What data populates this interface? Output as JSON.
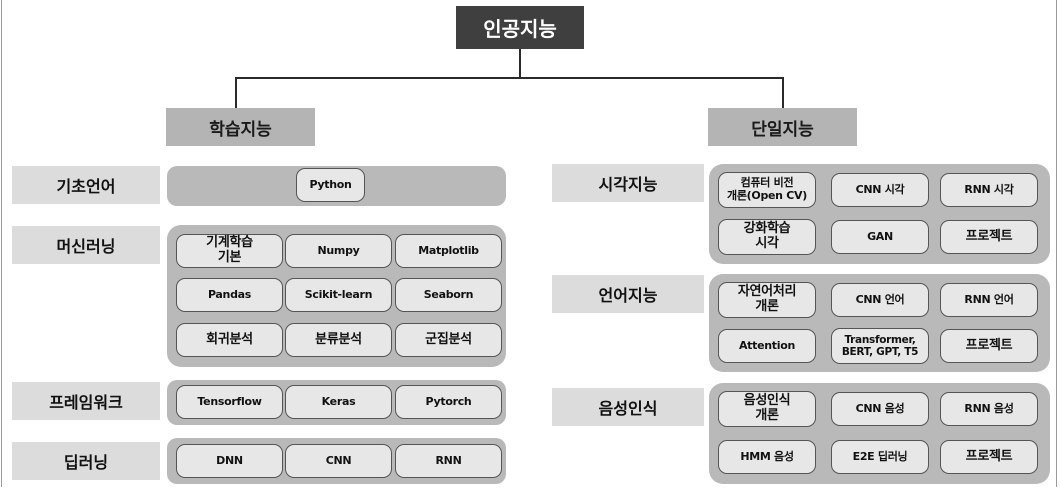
{
  "root": "인공지능",
  "branches": {
    "learning": "학습지능",
    "single": "단일지능"
  },
  "left": {
    "basic_language": {
      "label": "기초언어",
      "items": [
        "Python"
      ]
    },
    "machine_learning": {
      "label": "머신러닝",
      "items": [
        "기계학습\n기본",
        "Numpy",
        "Matplotlib",
        "Pandas",
        "Scikit-learn",
        "Seaborn",
        "회귀분석",
        "분류분석",
        "군집분석"
      ]
    },
    "framework": {
      "label": "프레임워크",
      "items": [
        "Tensorflow",
        "Keras",
        "Pytorch"
      ]
    },
    "deep_learning": {
      "label": "딥러닝",
      "items": [
        "DNN",
        "CNN",
        "RNN"
      ]
    }
  },
  "right": {
    "vision": {
      "label": "시각지능",
      "items": [
        "컴퓨터 비전\n개론(Open CV)",
        "CNN 시각",
        "RNN 시각",
        "강화학습\n시각",
        "GAN",
        "프로젝트"
      ]
    },
    "language": {
      "label": "언어지능",
      "items": [
        "자연어처리\n개론",
        "CNN 언어",
        "RNN 언어",
        "Attention",
        "Transformer,\nBERT, GPT, T5",
        "프로젝트"
      ]
    },
    "speech": {
      "label": "음성인식",
      "items": [
        "음성인식\n개론",
        "CNN 음성",
        "RNN 음성",
        "HMM 음성",
        "E2E 딥러닝",
        "프로젝트"
      ]
    }
  },
  "colors": {
    "root_bg": "#3f3f3f",
    "branch_bg": "#b4b4b4",
    "category_bg": "#dcdcdc",
    "group_bg": "#b9b9b9",
    "item_bg": "#e7e7e7"
  }
}
